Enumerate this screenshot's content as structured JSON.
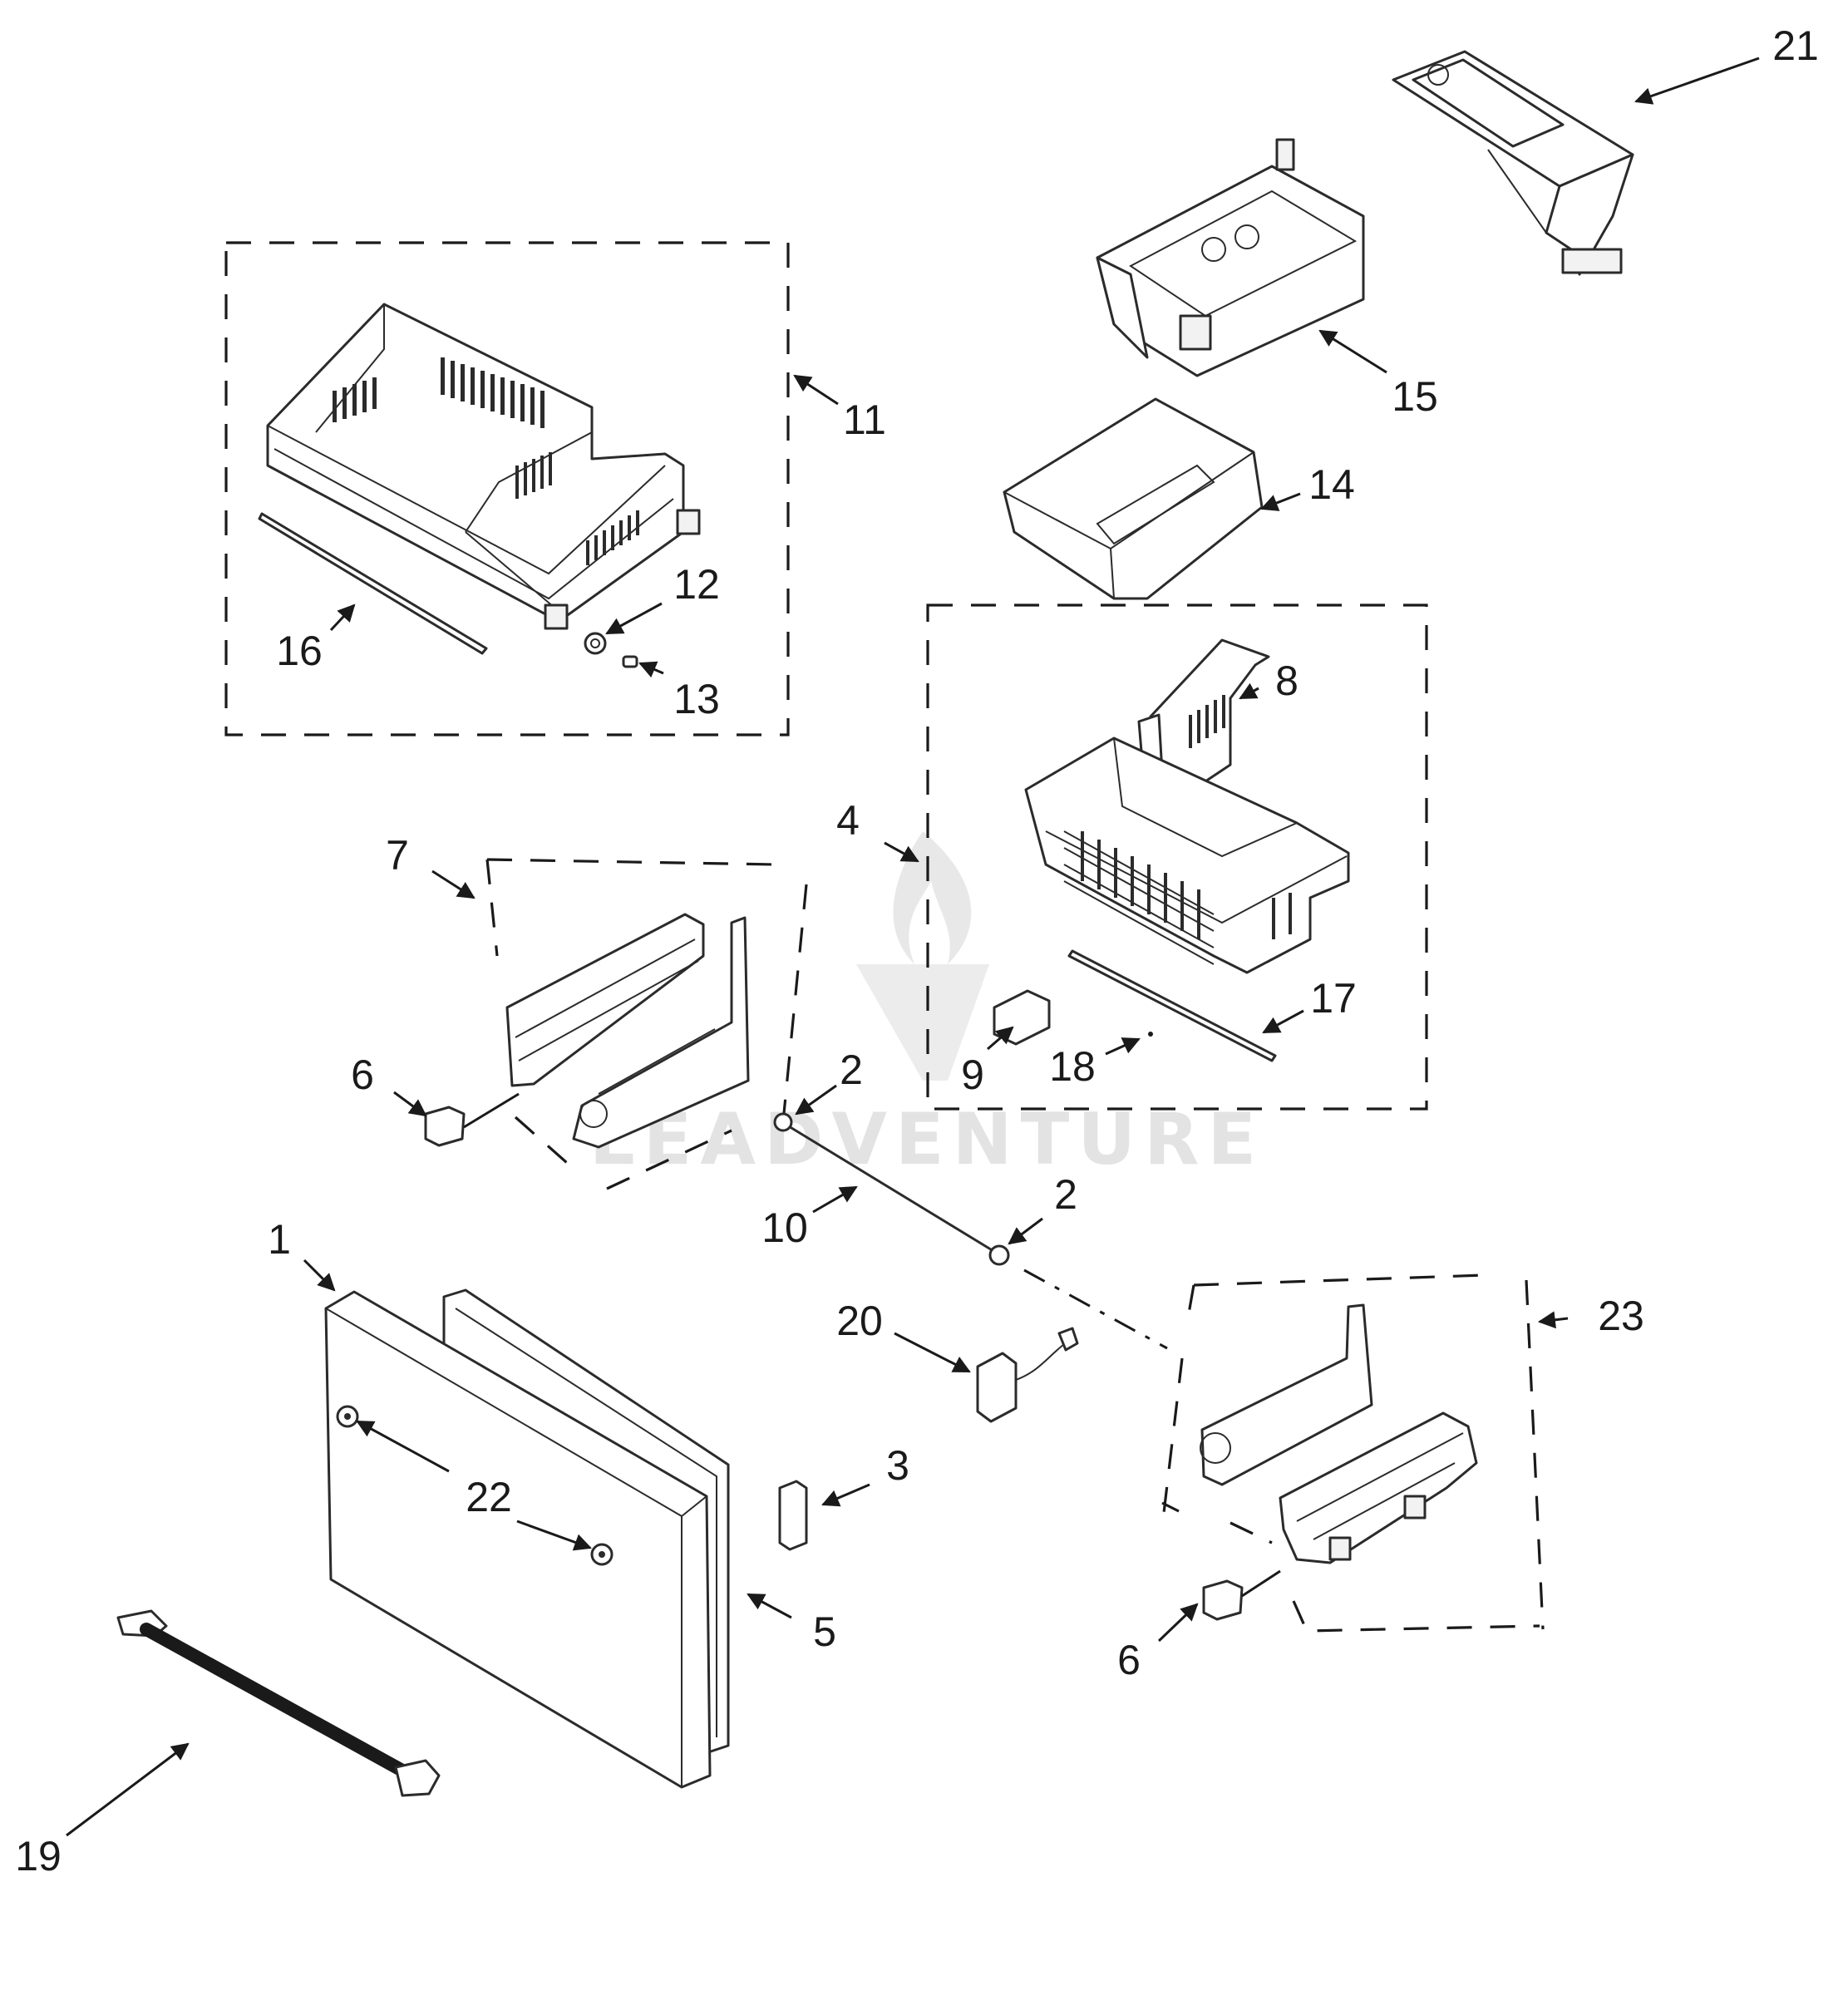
{
  "callouts": {
    "c1": "1",
    "c2a": "2",
    "c2b": "2",
    "c3": "3",
    "c4": "4",
    "c5": "5",
    "c6a": "6",
    "c6b": "6",
    "c7": "7",
    "c8": "8",
    "c9": "9",
    "c10": "10",
    "c11": "11",
    "c12": "12",
    "c13": "13",
    "c14": "14",
    "c15": "15",
    "c16": "16",
    "c17": "17",
    "c18": "18",
    "c19": "19",
    "c20": "20",
    "c21": "21",
    "c22": "22",
    "c23": "23"
  },
  "watermark": {
    "text": "LEADVENTURE"
  },
  "colors": {
    "line": "#1a1a1a",
    "watermark": "#e3e3e3",
    "background": "#ffffff"
  }
}
